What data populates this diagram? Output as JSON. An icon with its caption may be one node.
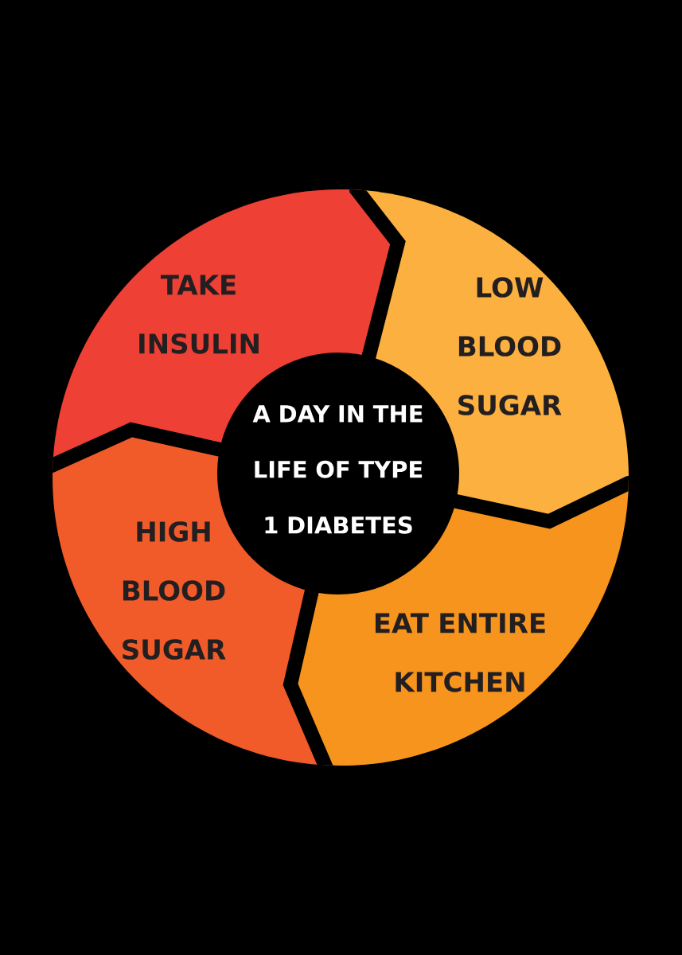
{
  "diagram": {
    "nodes": [
      {
        "text": [
          "TAKE INSULIN"
        ]
      },
      {
        "text": [
          "LOW BLOOD SUGAR"
        ]
      },
      {
        "text": [
          "A DAY IN THE LIFE OF TYPE 1 DIABETES"
        ]
      },
      {
        "text": [
          "HIGH BLOOD SUGAR"
        ]
      },
      {
        "text": [
          "EAT ENTIRE KITCHEN"
        ]
      }
    ]
  }
}
